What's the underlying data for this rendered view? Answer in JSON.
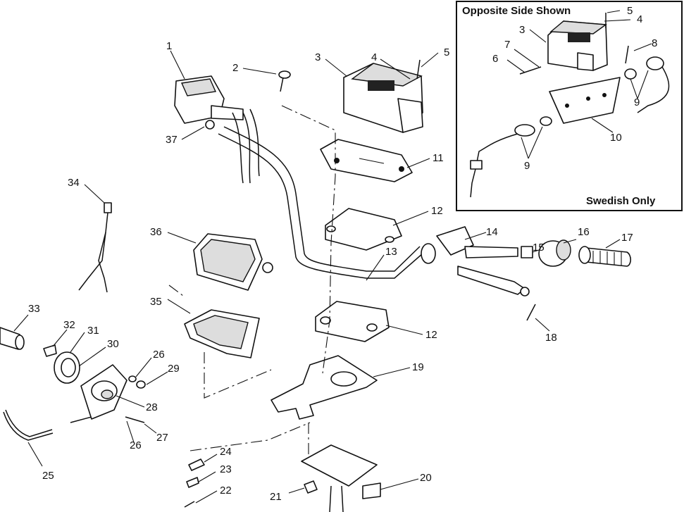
{
  "inset": {
    "title": "Opposite Side Shown",
    "note": "Swedish Only",
    "callouts": [
      "5",
      "4",
      "3",
      "7",
      "8",
      "6",
      "9",
      "10",
      "9"
    ]
  },
  "callouts": {
    "c1": "1",
    "c2": "2",
    "c3": "3",
    "c4": "4",
    "c5": "5",
    "c11": "11",
    "c12a": "12",
    "c12b": "12",
    "c13": "13",
    "c14": "14",
    "c15": "15",
    "c16": "16",
    "c17": "17",
    "c18": "18",
    "c19": "19",
    "c20": "20",
    "c21": "21",
    "c22": "22",
    "c23": "23",
    "c24": "24",
    "c25": "25",
    "c26a": "26",
    "c26b": "26",
    "c27": "27",
    "c28": "28",
    "c29": "29",
    "c30": "30",
    "c31": "31",
    "c32": "32",
    "c33": "33",
    "c34": "34",
    "c35": "35",
    "c36": "36",
    "c37": "37"
  }
}
